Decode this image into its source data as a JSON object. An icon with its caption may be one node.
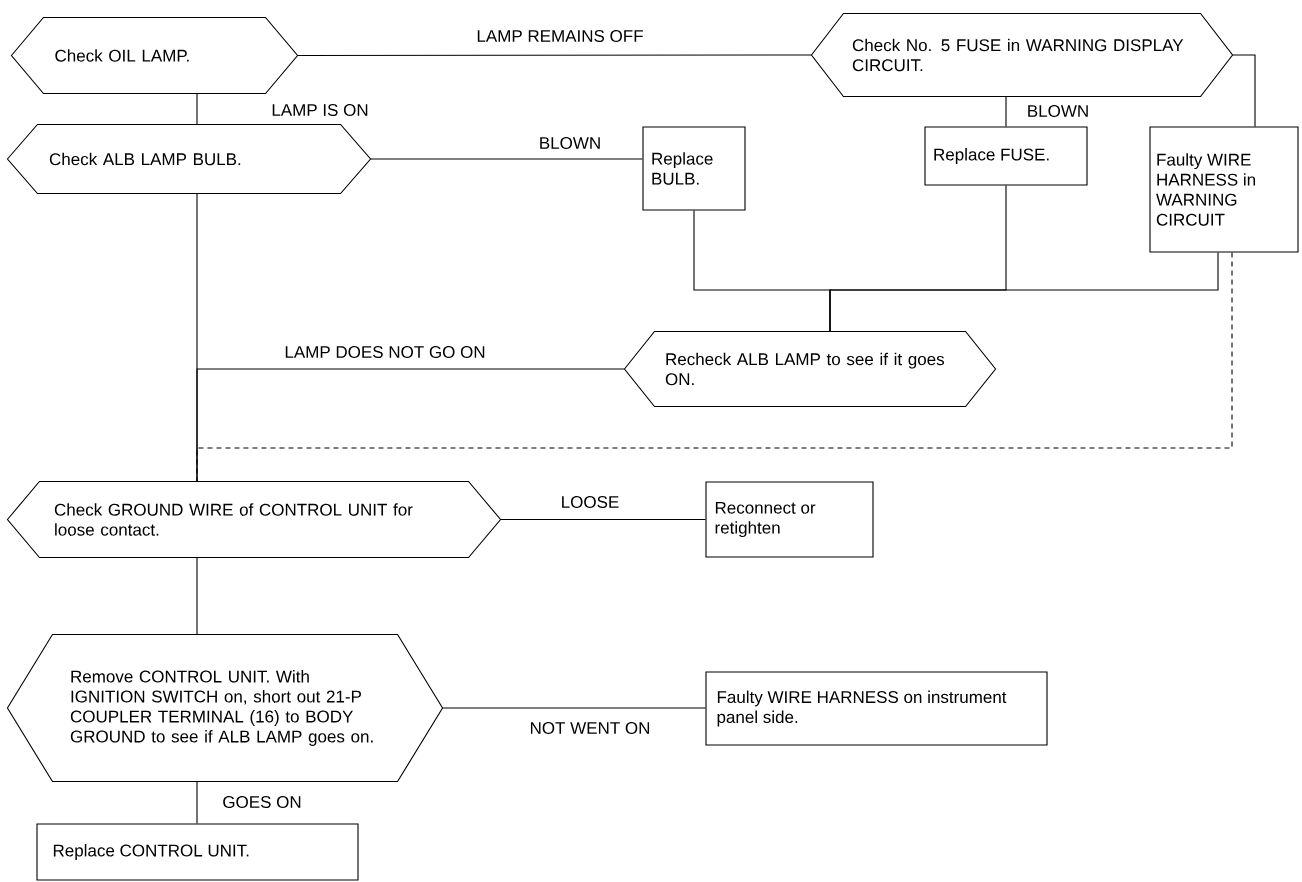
{
  "diagram": {
    "nodes": [
      {
        "text": [
          "Check OIL LAMP."
        ]
      },
      {
        "text": [
          "Check No. 5 FUSE in WARNING DISPLAY CIRCUIT."
        ]
      },
      {
        "text": [
          "Check ALB LAMP BULB."
        ]
      },
      {
        "text": [
          "Replace BULB."
        ]
      },
      {
        "text": [
          "Replace FUSE."
        ]
      },
      {
        "text": [
          "Faulty WIRE HARNESS in WARNING CIRCUIT"
        ]
      },
      {
        "text": [
          "Recheck ALB LAMP to see if it goes ON."
        ]
      },
      {
        "text": [
          "Check GROUND WIRE of CONTROL UNIT for loose contact."
        ]
      },
      {
        "text": [
          "Reconnect or retighten"
        ]
      },
      {
        "text": [
          "Remove CONTROL UNIT. With IGNITION SWITCH on, short out 21-P COUPLER TERMINAL (16) to BODY GROUND to see if ALB LAMP goes on."
        ]
      },
      {
        "text": [
          "Faulty WIRE HARNESS on instrument panel side."
        ]
      },
      {
        "text": [
          "Replace CONTROL UNIT."
        ]
      }
    ],
    "edges": [
      {
        "from": 0,
        "to": 1,
        "arrow": "none",
        "label": "LAMP REMAINS OFF"
      },
      {
        "from": 0,
        "to": 2,
        "arrow": "none",
        "label": "LAMP IS ON"
      },
      {
        "from": 2,
        "to": 3,
        "arrow": "none",
        "label": "BLOWN"
      },
      {
        "from": 1,
        "to": 4,
        "arrow": "none",
        "label": "BLOWN"
      },
      {
        "from": 1,
        "to": 5,
        "arrow": "none"
      },
      {
        "from": 3,
        "to": 6,
        "arrow": "none"
      },
      {
        "from": 4,
        "to": 6,
        "arrow": "none"
      },
      {
        "from": 5,
        "to": 6,
        "arrow": "none"
      },
      {
        "from": 2,
        "to": 7,
        "arrow": "none"
      },
      {
        "from": 6,
        "to": 7,
        "arrow": "none",
        "label": "LAMP DOES NOT GO ON"
      },
      {
        "from": 5,
        "to": 7,
        "arrow": "none",
        "style": "dashed"
      },
      {
        "from": 7,
        "to": 8,
        "arrow": "none",
        "label": "LOOSE"
      },
      {
        "from": 7,
        "to": 9,
        "arrow": "none"
      },
      {
        "from": 9,
        "to": 10,
        "arrow": "none",
        "label": "NOT WENT ON"
      },
      {
        "from": 9,
        "to": 11,
        "arrow": "none",
        "label": "GOES ON"
      }
    ]
  }
}
